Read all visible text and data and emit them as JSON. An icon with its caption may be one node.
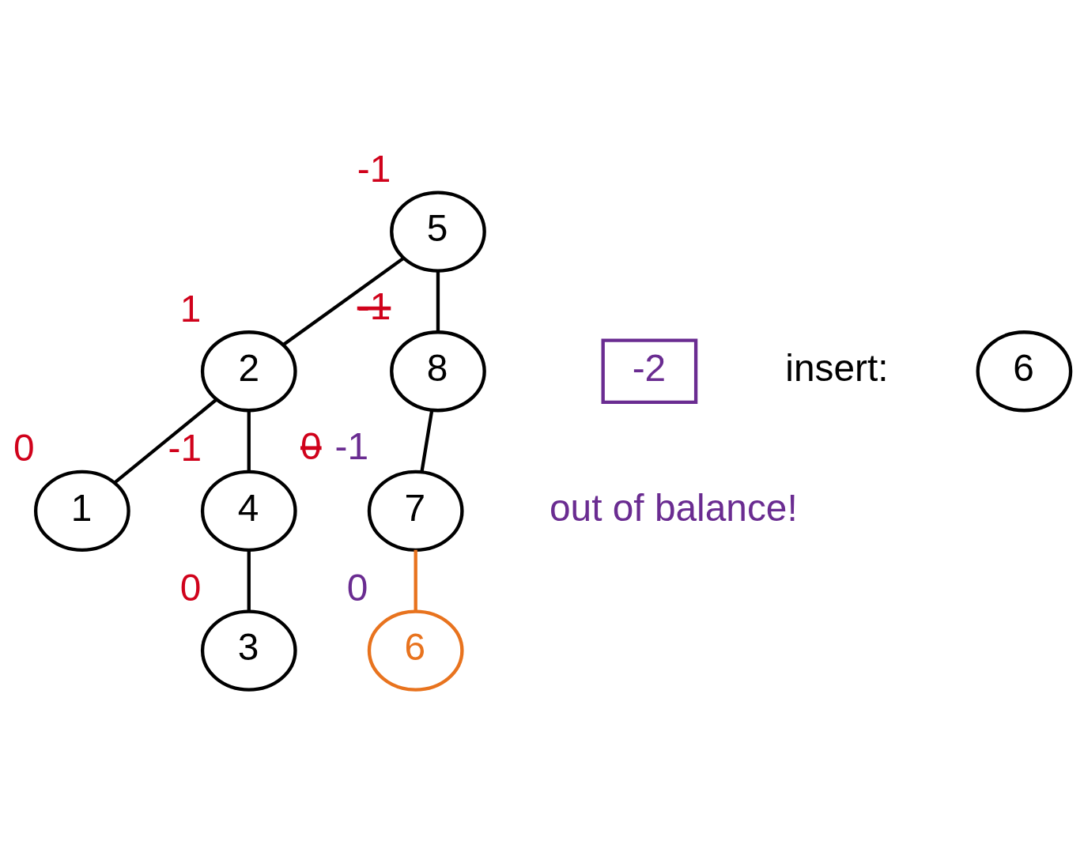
{
  "diagram": {
    "nodes": [
      {
        "text": [
          "5"
        ],
        "beside": [
          "-1"
        ]
      },
      {
        "text": [
          "6"
        ]
      },
      {
        "text": [
          "2"
        ],
        "beside": [
          "1"
        ]
      },
      {
        "text": [
          "8"
        ],
        "beside": [
          "-1"
        ]
      },
      {
        "text": [
          "-2"
        ]
      },
      {
        "text": [
          "1"
        ],
        "beside": [
          "0"
        ]
      },
      {
        "text": [
          "4"
        ],
        "beside": [
          "-1"
        ]
      },
      {
        "text": [
          "7"
        ],
        "beside": [
          "0",
          "-1"
        ]
      },
      {
        "text": [
          "3"
        ],
        "beside": [
          "0"
        ]
      },
      {
        "text": [
          "6"
        ],
        "beside": [
          "0"
        ]
      }
    ],
    "edges": [
      {
        "from": 0,
        "to": 2,
        "arrow": "none"
      },
      {
        "from": 0,
        "to": 3,
        "arrow": "none"
      },
      {
        "from": 2,
        "to": 5,
        "arrow": "none"
      },
      {
        "from": 2,
        "to": 6,
        "arrow": "none"
      },
      {
        "from": 3,
        "to": 7,
        "arrow": "none"
      },
      {
        "from": 6,
        "to": 8,
        "arrow": "none"
      },
      {
        "from": 7,
        "to": 9,
        "arrow": "none",
        "color": "#e8731e"
      }
    ],
    "labels": [
      "insert:",
      "out of balance!"
    ]
  }
}
